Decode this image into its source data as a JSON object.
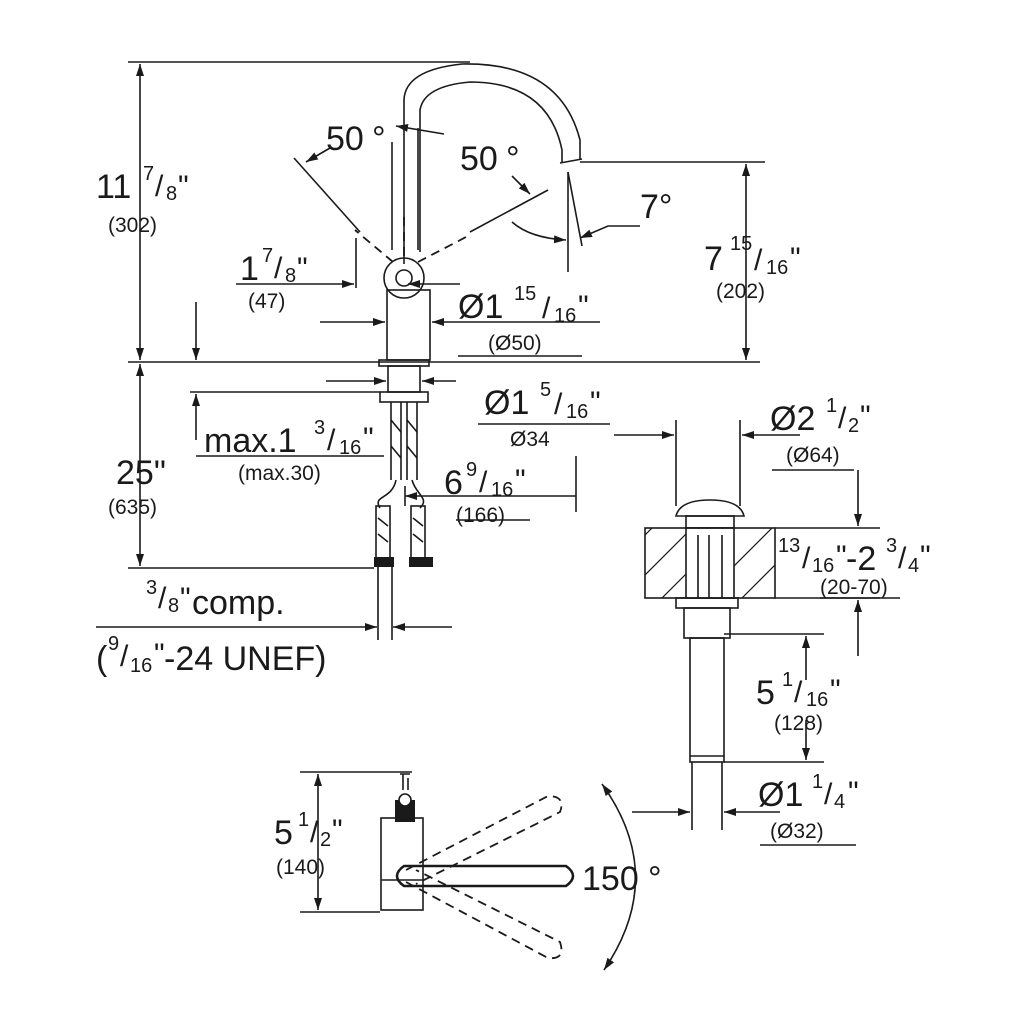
{
  "dims": {
    "height_total": {
      "inch": "11",
      "num": "7",
      "den": "8",
      "mm": "(302)"
    },
    "angle_left": {
      "value": "50",
      "unit": "°"
    },
    "angle_right": {
      "value": "50",
      "unit": "°"
    },
    "angle_tilt": {
      "value": "7°"
    },
    "spout_height": {
      "inch": "7",
      "num": "15",
      "den": "16",
      "mm": "(202)"
    },
    "handle_offset": {
      "inch": "1",
      "num": "7",
      "den": "8",
      "mm": "(47)"
    },
    "body_dia": {
      "inch": "Ø1",
      "num": "15",
      "den": "16",
      "mm": "(Ø50)"
    },
    "base_dia": {
      "inch": "Ø1",
      "num": "5",
      "den": "16",
      "mm": "Ø34"
    },
    "deck_max": {
      "prefix": "max.1",
      "num": "3",
      "den": "16",
      "mm": "(max.30)"
    },
    "hose_length": {
      "value": "25\"",
      "mm": "(635)"
    },
    "projection": {
      "inch": "6",
      "num": "9",
      "den": "16",
      "mm": "(166)"
    },
    "connection": {
      "num": "3",
      "den": "8",
      "suffix": "comp.",
      "thread_open": "(",
      "thread_num": "9",
      "thread_den": "16",
      "thread_suffix": "-24 UNEF)"
    },
    "drain_cap_dia": {
      "inch": "Ø2",
      "num": "1",
      "den": "2",
      "mm": "(Ø64)"
    },
    "drain_thickness": {
      "num1": "13",
      "den1": "16",
      "mid": "-2",
      "num2": "3",
      "den2": "4",
      "mm": "(20-70)"
    },
    "drain_length": {
      "inch": "5",
      "num": "1",
      "den": "16",
      "mm": "(128)"
    },
    "drain_tail_dia": {
      "inch": "Ø1",
      "num": "1",
      "den": "4",
      "mm": "(Ø32)"
    },
    "handle_height": {
      "inch": "5",
      "num": "1",
      "den": "2",
      "mm": "(140)"
    },
    "swivel_angle": {
      "value": "150",
      "unit": "°"
    }
  }
}
